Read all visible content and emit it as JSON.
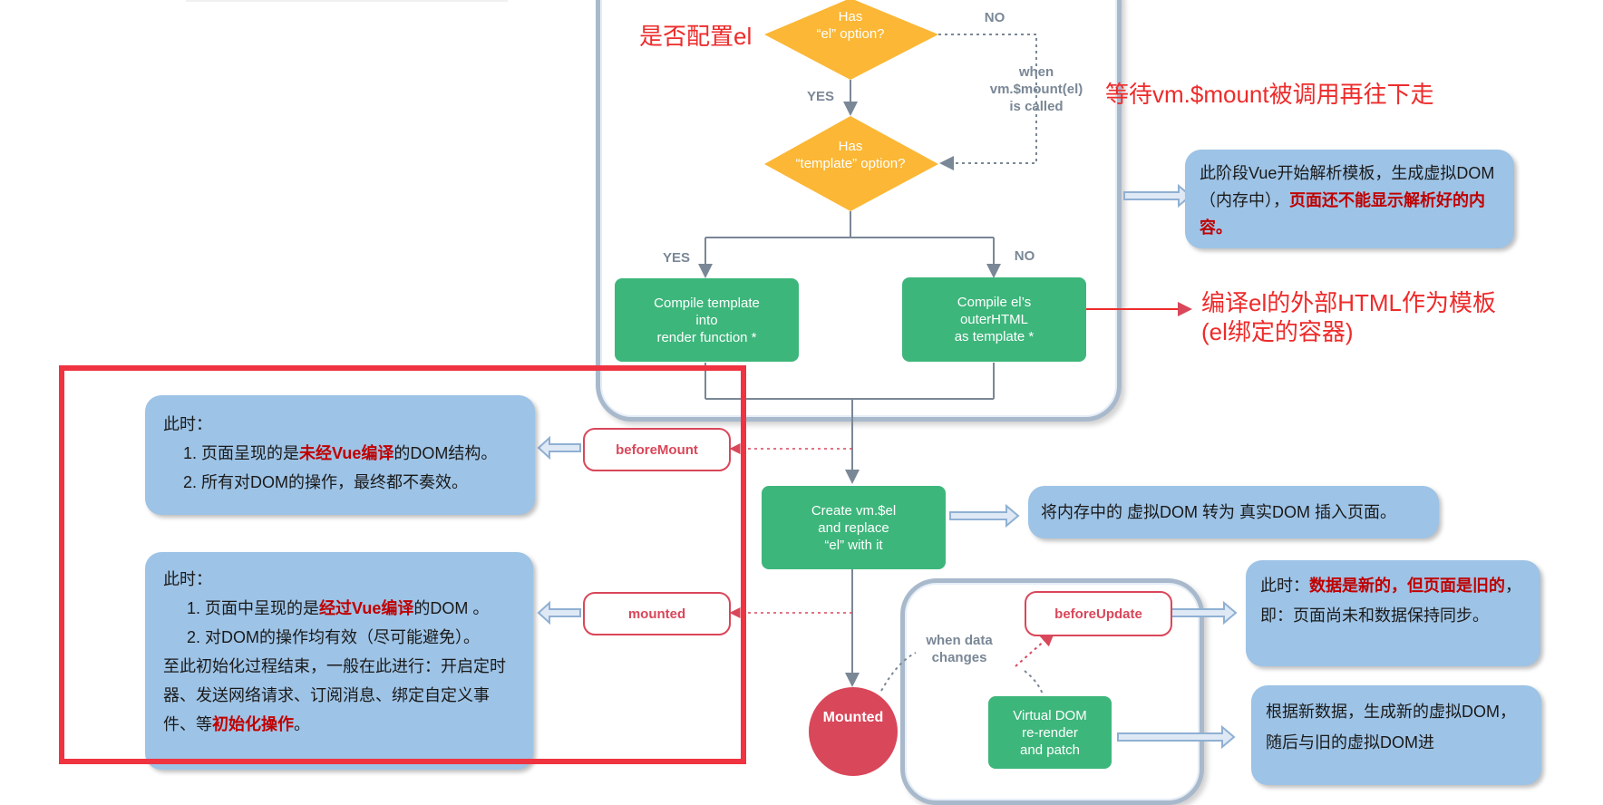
{
  "diagram": {
    "decision_el": "Has\n“el” option?",
    "decision_template": "Has\n“template” option?",
    "yes1": "YES",
    "no1": "NO",
    "when_called": "when\nvm.$mount(el)\nis called",
    "yes2": "YES",
    "no2": "NO",
    "compile_template": "Compile template\ninto\nrender function *",
    "compile_el": "Compile el’s\nouterHTML\nas template *",
    "before_mount": "beforeMount",
    "create_el": "Create vm.$el\nand replace\n“el” with it",
    "mounted_hook": "mounted",
    "when_data_changes": "when data\nchanges",
    "before_update": "beforeUpdate",
    "vdom_rerender": "Virtual DOM\nre-render\nand patch",
    "mounted_state": "Mounted"
  },
  "annotations": {
    "el_config": "是否配置el",
    "wait_mount": "等待vm.$mount被调用再往下走",
    "compile_outer_line1": "编译el的外部HTML作为模板",
    "compile_outer_line2": "(el绑定的容器)"
  },
  "notes": {
    "parse": {
      "pre": "此阶段Vue开始解析模板，生成虚拟DOM（内存中），",
      "red": "页面还不能显示解析好的内容",
      "post": "。"
    },
    "before_mount": {
      "title": "此时：",
      "item1_pre": "1. 页面呈现的是",
      "item1_red": "未经Vue编译",
      "item1_post": "的DOM结构。",
      "item2": "2. 所有对DOM的操作，最终都不奏效。"
    },
    "insert": "将内存中的 虚拟DOM 转为 真实DOM 插入页面。",
    "mounted": {
      "title": "此时：",
      "item1_pre": "1. 页面中呈现的是",
      "item1_red": "经过Vue编译",
      "item1_post": "的DOM 。",
      "item2": "2. 对DOM的操作均有效（尽可能避免）。",
      "tail_pre": "至此初始化过程结束，一般在此进行：开启定时器、发送网络请求、订阅消息、绑定自定义事件、等",
      "tail_red": "初始化操作",
      "tail_post": "。"
    },
    "before_update": {
      "pre": "此时：",
      "red1": "数据是新的",
      "mid": "，",
      "red2": "但页面是旧的",
      "post": "，即：页面尚未和数据保持同步。"
    },
    "rerender": "根据新数据，生成新的虚拟DOM，随后与旧的虚拟DOM进"
  },
  "colors": {
    "decision": "#fbb735",
    "process": "#3db67b",
    "hook": "#d9475a",
    "note_fill": "#9dc3e6",
    "annotation": "#ee2b2b",
    "highlight_frame": "#ef3340"
  }
}
